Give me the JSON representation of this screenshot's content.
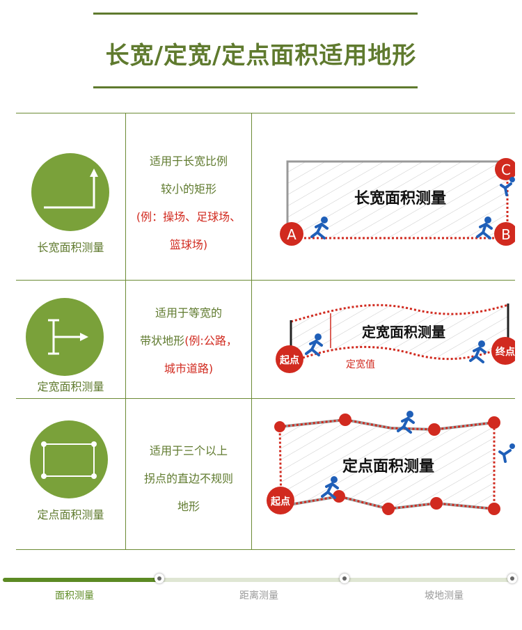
{
  "title": "长宽/定宽/定点面积适用地形",
  "rows": [
    {
      "icon_label": "长宽面积测量",
      "desc_lines": [
        "适用于长宽比例",
        "较小的矩形"
      ],
      "desc_red_lines": [
        "(例：操场、足球场、",
        "篮球场)"
      ],
      "diagram_label": "长宽面积测量",
      "points": [
        "A",
        "B",
        "C"
      ]
    },
    {
      "icon_label": "定宽面积测量",
      "desc_lines": [
        "适用于等宽的",
        "带状地形"
      ],
      "desc_red_inline": "(例:公路，",
      "desc_red_lines": [
        "城市道路)"
      ],
      "diagram_label": "定宽面积测量",
      "start_label": "起点",
      "end_label": "终点",
      "width_label": "定宽值"
    },
    {
      "icon_label": "定点面积测量",
      "desc_lines": [
        "适用于三个以上",
        "拐点的直边不规则",
        "地形"
      ],
      "diagram_label": "定点面积测量",
      "start_label": "起点"
    }
  ],
  "progress": {
    "tabs": [
      "面积测量",
      "距离测量",
      "坡地测量"
    ],
    "active_index": 0
  },
  "colors": {
    "green": "#5f7a2e",
    "circle_green": "#7aa13a",
    "red": "#d12a1f",
    "runner_blue": "#1f5fb8"
  }
}
